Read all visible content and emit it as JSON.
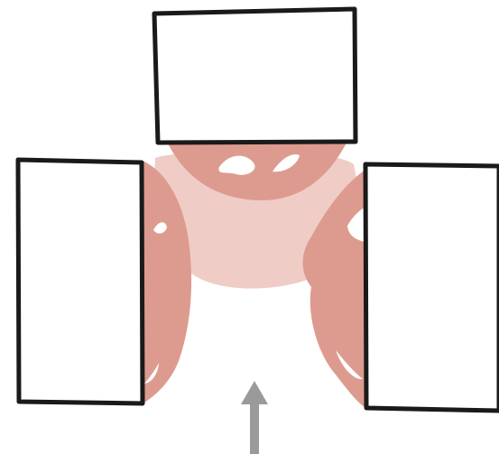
{
  "colors": {
    "background": "#ffffff",
    "box_fill": "#ffffff",
    "box_stroke": "#1a1a1a",
    "flesh_dark": "#dd9b8f",
    "flesh_light": "#f0ccc6",
    "highlight": "#ffffff",
    "arrow": "#9a9a9a"
  },
  "boxes": [
    {
      "id": "top"
    },
    {
      "id": "left"
    },
    {
      "id": "right"
    }
  ],
  "arrow": {
    "direction": "up"
  }
}
